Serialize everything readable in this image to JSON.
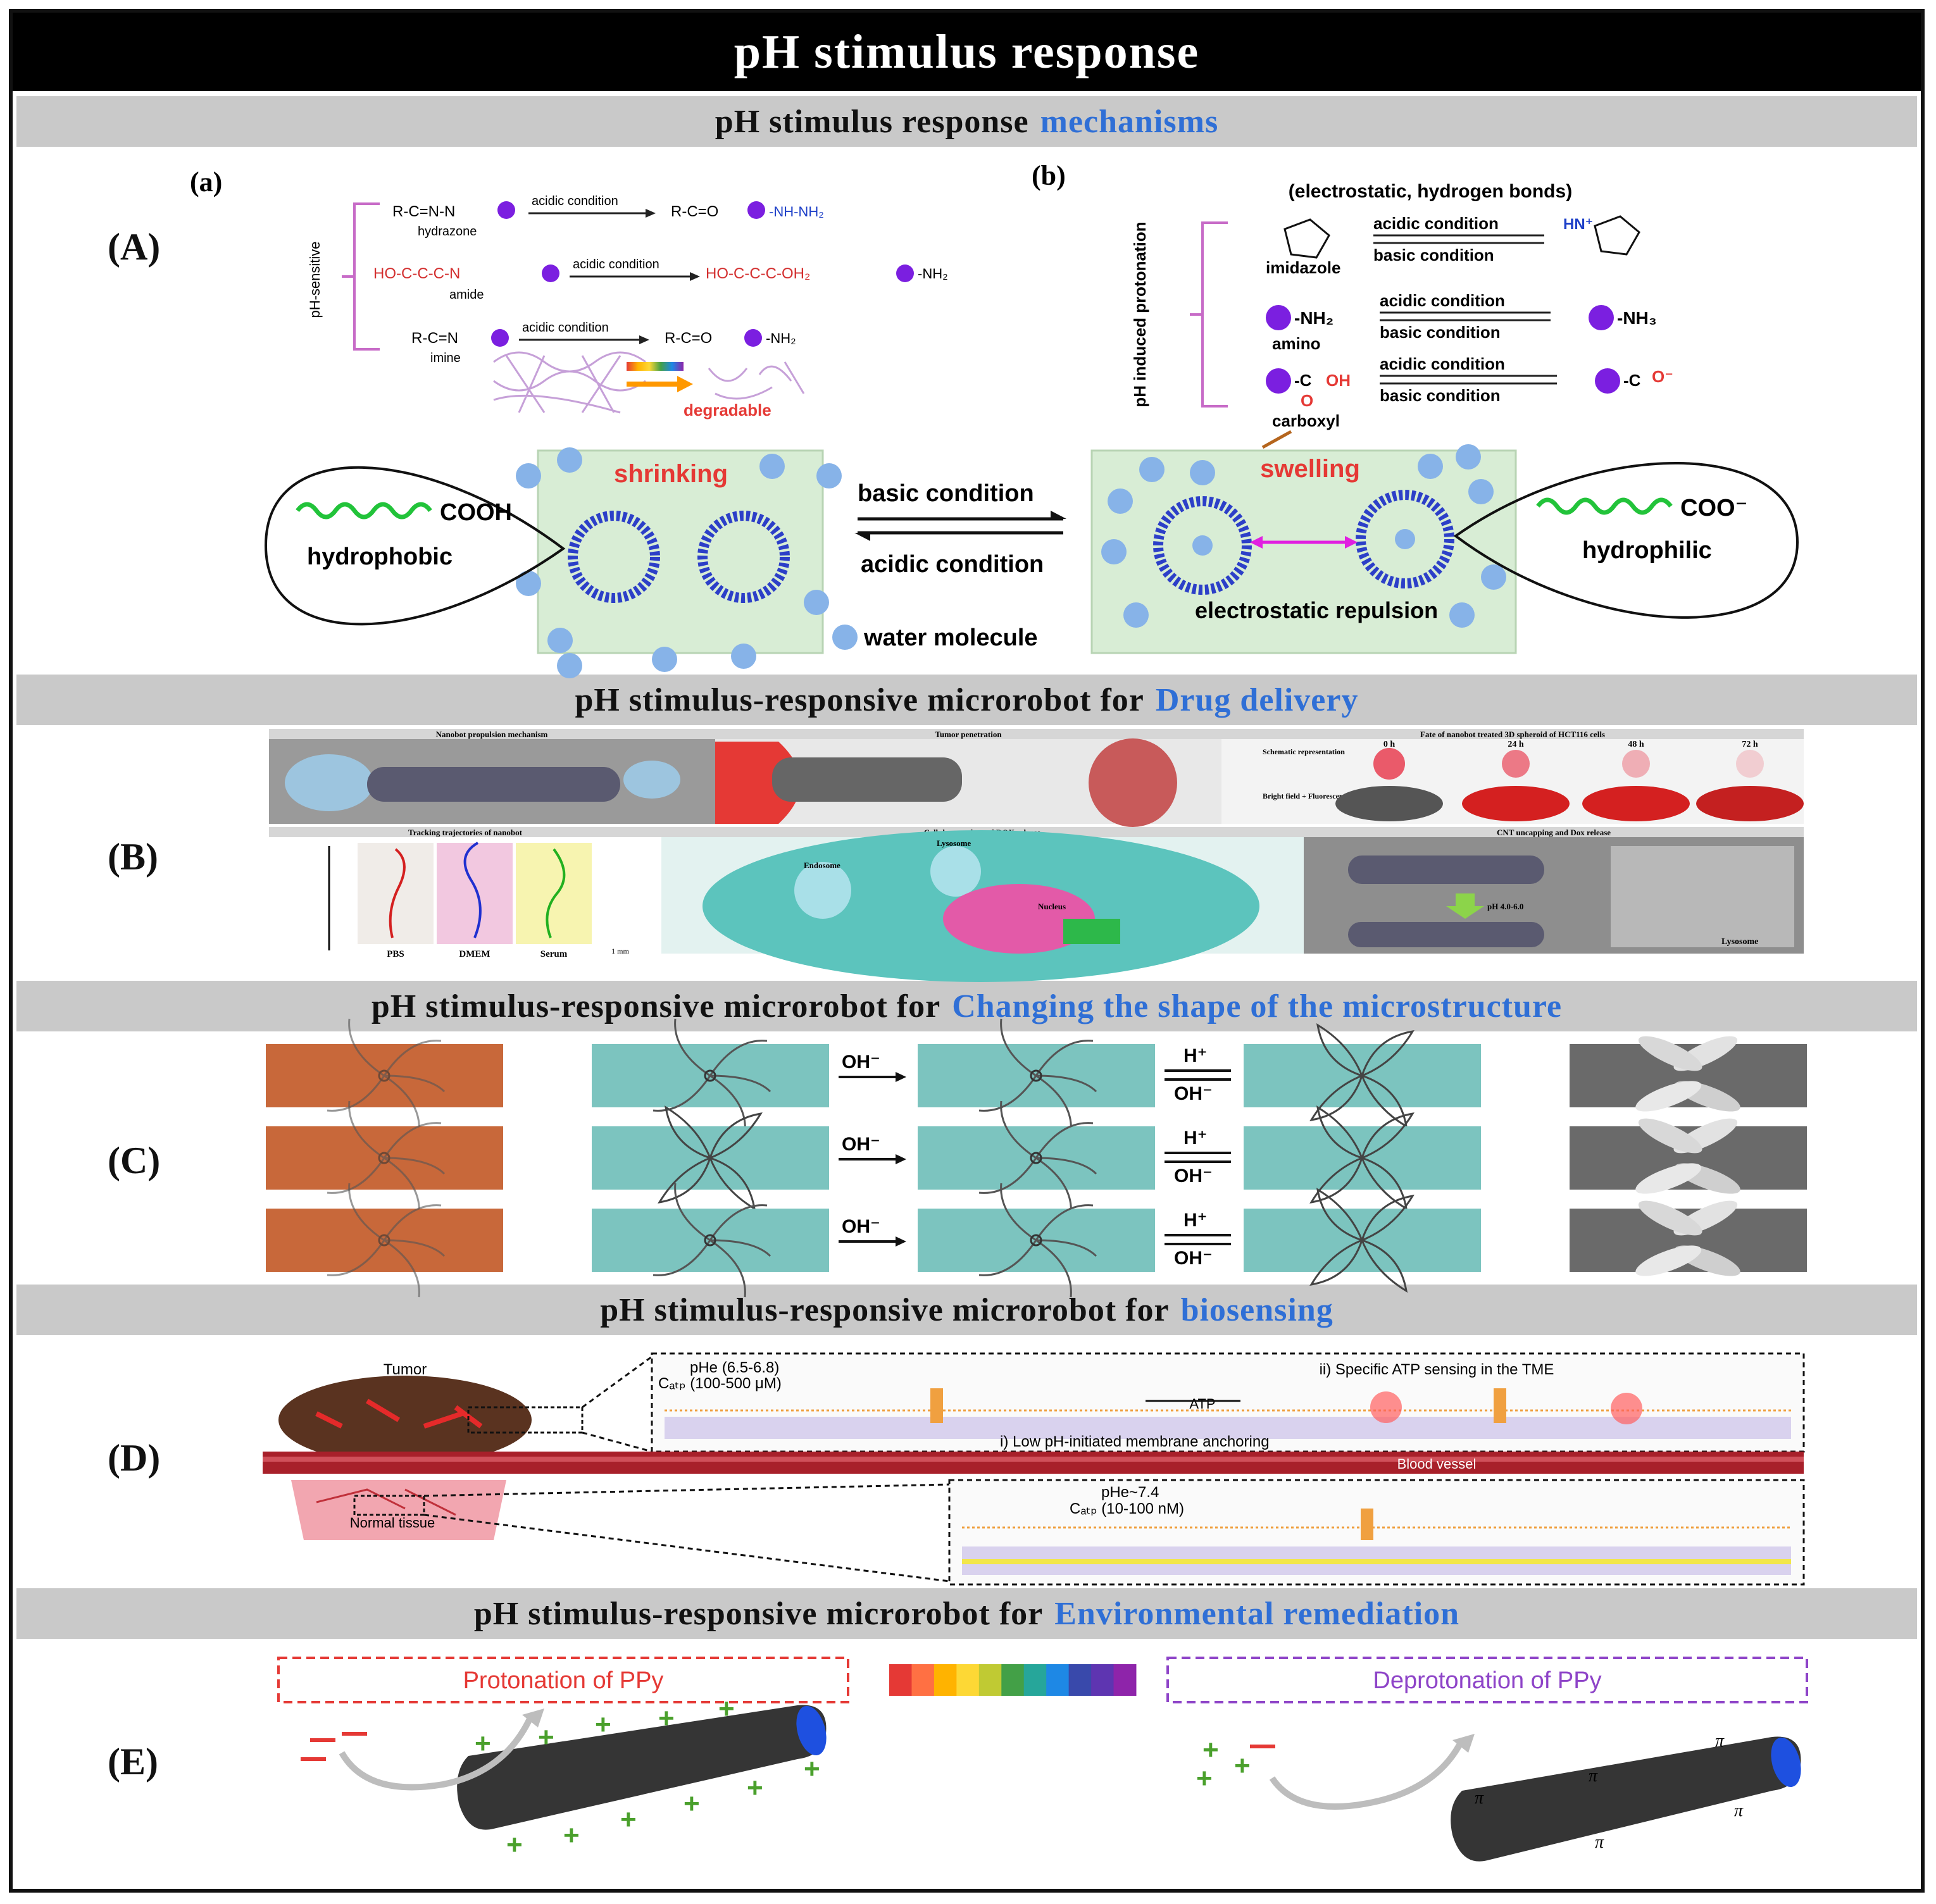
{
  "title": "pH stimulus response",
  "sections": [
    {
      "text": "pH stimulus response",
      "highlight": "mechanisms"
    },
    {
      "text": "pH stimulus-responsive microrobot for",
      "highlight": "Drug delivery"
    },
    {
      "text": "pH stimulus-responsive microrobot for",
      "highlight": "Changing the shape of the microstructure"
    },
    {
      "text": "pH stimulus-responsive microrobot for",
      "highlight": "biosensing"
    },
    {
      "text": "pH stimulus-responsive microrobot for",
      "highlight": "Environmental remediation"
    }
  ],
  "panel_labels": {
    "A": "(A)",
    "B": "(B)",
    "C": "(C)",
    "D": "(D)",
    "E": "(E)"
  },
  "panel_a": {
    "sub_a": "(a)",
    "sub_b": "(b)",
    "ph_sensitive": "pH-sensitive",
    "acidic": "acidic condition",
    "basic": "basic condition",
    "hydrazone": "hydrazone",
    "amide": "amide",
    "imine": "imine",
    "degradable": "degradable",
    "bonds_note": "(electrostatic, hydrogen bonds)",
    "protonation": "pH induced protonation",
    "imidazole": "imidazole",
    "amino": "amino",
    "carboxyl": "carboxyl",
    "nh2": "-NH₂",
    "nh3": "-NH₃",
    "cooh_group": "OH",
    "shrinking": "shrinking",
    "swelling": "swelling",
    "cooh": "COOH",
    "coo": "COO⁻",
    "hydrophobic": "hydrophobic",
    "hydrophilic": "hydrophilic",
    "basic_condition": "basic condition",
    "acidic_condition": "acidic condition",
    "water": "water molecule",
    "repulsion": "electrostatic repulsion"
  },
  "panel_b": {
    "nanobot": "Nanobot propulsion mechanism",
    "tumor": "Tumor penetration",
    "fate": "Fate of nanobot treated 3D spheroid of HCT116 cells",
    "times": [
      "0 h",
      "24 h",
      "48 h",
      "72 h"
    ],
    "schematic": "Schematic representation",
    "bright": "Bright field + Fluorescence",
    "tracking": "Tracking trajectories of nanobot",
    "media": [
      "PBS",
      "DMEM",
      "Serum"
    ],
    "scale": "1 mm",
    "uptake": "Cellular uptake and DOX release",
    "endosome": "Endosome",
    "lysosome_small": "Lysosome",
    "nucleus": "Nucleus",
    "cnt": "CNT uncapping and Dox release",
    "ph_range": "pH 4.0-6.0",
    "lysosome": "Lysosome"
  },
  "panel_c": {
    "oh": "OH⁻",
    "h": "H⁺"
  },
  "panel_d": {
    "tumor": "Tumor",
    "normal": "Normal tissue",
    "blood": "Blood vessel",
    "phe_tme": "pHe (6.5-6.8)",
    "catp_tme": "Cₐₜₚ (100-500 μM)",
    "sensing": "ii) Specific ATP sensing in the TME",
    "anchoring": "i) Low pH-initiated membrane anchoring",
    "atp": "ATP",
    "phe_normal": "pHe~7.4",
    "catp_normal": "Cₐₜₚ (10-100 nM)"
  },
  "panel_e": {
    "protonation": "Protonation of PPy",
    "deprotonation": "Deprotonation of PPy",
    "spectrum": [
      "#e53935",
      "#ff7043",
      "#ffb300",
      "#fdd835",
      "#c0ca33",
      "#43a047",
      "#26a69a",
      "#1e88e5",
      "#3949ab",
      "#5e35b1",
      "#8e24aa"
    ]
  },
  "colors": {
    "highlight": "#2f6fd6",
    "band": "#c9c9c9",
    "accent_red": "#e53935",
    "purple": "#7b1fe0",
    "green": "#2e9e2e",
    "teal": "#7cc4bf",
    "orange": "#c8683a"
  }
}
